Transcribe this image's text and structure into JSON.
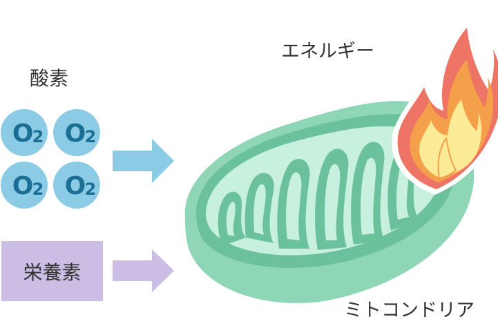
{
  "labels": {
    "oxygen": "酸素",
    "energy": "エネルギー",
    "nutrients": "栄養素",
    "mitochondria": "ミトコンドリア"
  },
  "molecules": [
    {
      "symbol": "O",
      "subscript": "2"
    },
    {
      "symbol": "O",
      "subscript": "2"
    },
    {
      "symbol": "O",
      "subscript": "2"
    },
    {
      "symbol": "O",
      "subscript": "2"
    }
  ],
  "colors": {
    "oxygen_circle": "#8ccbe6",
    "oxygen_text": "#1b6e94",
    "oxygen_arrow": "#8ccbe6",
    "nutrient_box": "#cbbde3",
    "nutrient_arrow": "#cbbde3",
    "mito_outer": "#8fd6b6",
    "mito_inner": "#6cc19d",
    "mito_matrix": "#c8f0de",
    "flame_outer": "#ee7565",
    "flame_mid": "#f4a04b",
    "flame_inner": "#fbeb97"
  }
}
